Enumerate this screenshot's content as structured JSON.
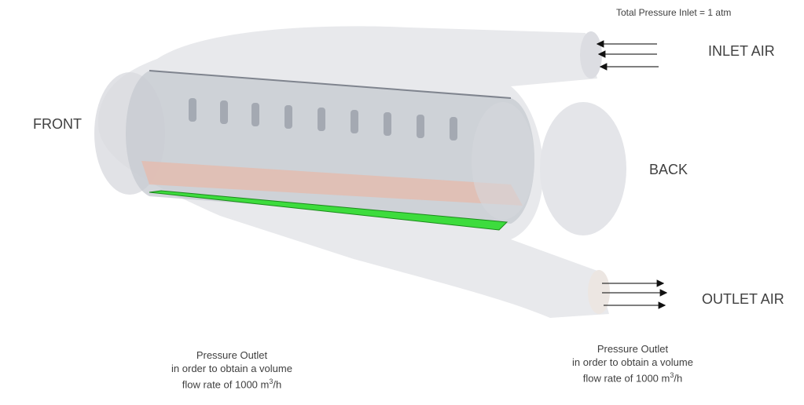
{
  "labels": {
    "total_pressure": "Total Pressure Inlet = 1 atm",
    "inlet_air": "INLET AIR",
    "outlet_air": "OUTLET AIR",
    "front": "FRONT",
    "back": "BACK"
  },
  "notes": {
    "left": {
      "line1": "Pressure Outlet",
      "line2": "in order to obtain a volume",
      "line3_prefix": "flow rate of 1000 m",
      "sup": "3",
      "line3_suffix": "/h"
    },
    "right": {
      "line1": "Pressure Outlet",
      "line2": "in order to obtain a volume",
      "line3_prefix": "flow rate of 1000 m",
      "sup": "3",
      "line3_suffix": "/h"
    }
  },
  "colors": {
    "housing": "#e6e7ea",
    "green_strip": "#3ddc3d",
    "pink_plane": "#e8b8a8",
    "arrow": "#111111"
  }
}
